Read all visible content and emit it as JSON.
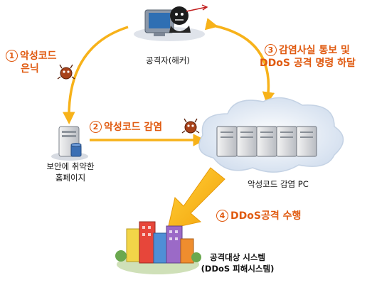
{
  "steps": [
    {
      "num": "1",
      "text": "악성코드",
      "text2": "은닉"
    },
    {
      "num": "2",
      "text": "악성코드 감염"
    },
    {
      "num": "3",
      "text": "감염사실 통보 및",
      "text2": "DDoS 공격 명령 하달"
    },
    {
      "num": "4",
      "text": "DDoS공격 수행"
    }
  ],
  "nodes": {
    "attacker": "공격자(해커)",
    "vulnerable_site_line1": "보안에 취약한",
    "vulnerable_site_line2": "홈페이지",
    "infected_pc": "악성코드 감염 PC",
    "target_line1": "공격대상 시스템",
    "target_line2": "(DDoS 피해시스템)"
  },
  "colors": {
    "arrow": "#f7b21a",
    "step_text": "#e05a10",
    "cloud_fill": "#dde7f2"
  },
  "icons": [
    "hacker-icon",
    "web-server-icon",
    "server-rack-icon",
    "cloud-icon",
    "city-buildings-icon",
    "malware-bug-icon"
  ]
}
